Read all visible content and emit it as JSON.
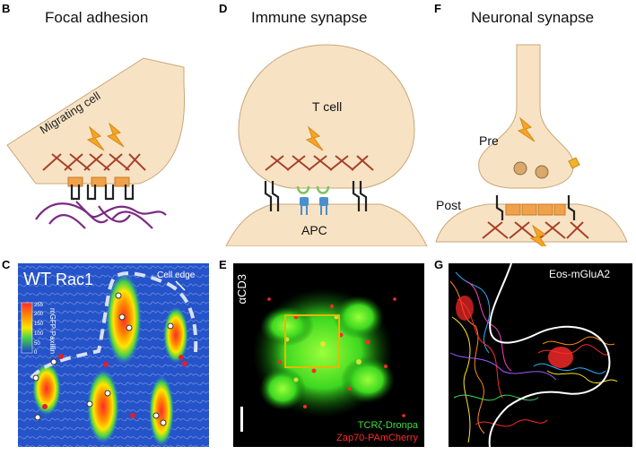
{
  "panels": {
    "B": {
      "letter": "B",
      "title": "Focal adhesion",
      "cell_label": "Migrating cell"
    },
    "D": {
      "letter": "D",
      "title": "Immune synapse",
      "cell_label": "T cell",
      "apc_label": "APC"
    },
    "F": {
      "letter": "F",
      "title": "Neuronal synapse",
      "pre_label": "Pre",
      "post_label": "Post"
    },
    "C": {
      "letter": "C",
      "wt_label": "WT",
      "rac_label": "Rac1",
      "edge_label": "Cell edge",
      "colorbar_label": "mGFP-Paxillin",
      "colorbar_ticks": [
        "255",
        "200",
        "150",
        "100",
        "50",
        "0"
      ]
    },
    "E": {
      "letter": "E",
      "cd3_label": "αCD3",
      "green_label": "TCRζ-Dronpa",
      "red_label": "Zap70-PAmCherry"
    },
    "G": {
      "letter": "G",
      "label": "Eos-mGluA2"
    }
  },
  "colors": {
    "cell_fill": "#f7e3c4",
    "cell_stroke": "#c9a679",
    "actin": "#a8402a",
    "integrin": "#222222",
    "talin": "#f0a24a",
    "ecm": "#7a2a84",
    "lightning": "#f5a623",
    "tcr_green": "#7cc45a",
    "tcr_blue": "#4a8fd0",
    "label_green": "#3fdc3f",
    "label_red": "#ff2a2a",
    "box_yellow": "#e6b800"
  }
}
